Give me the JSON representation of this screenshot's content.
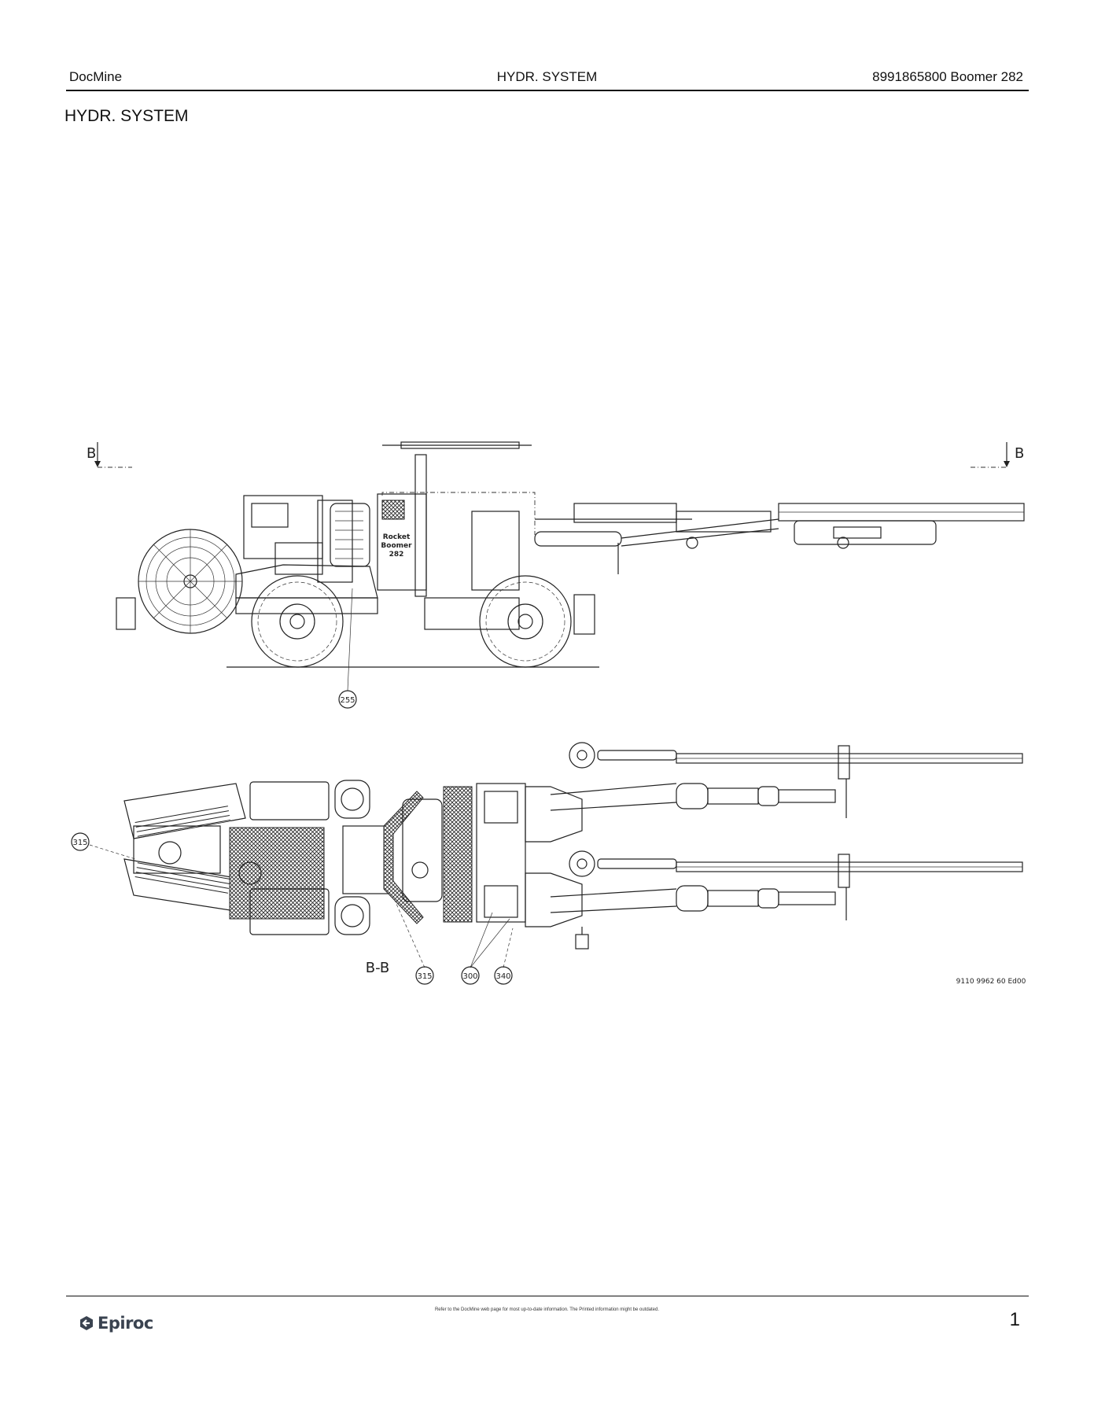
{
  "header": {
    "left": "DocMine",
    "center": "HYDR. SYSTEM",
    "right": "8991865800 Boomer 282"
  },
  "page_title": "HYDR. SYSTEM",
  "drawing": {
    "section_left": "B",
    "section_right": "B",
    "section_view_label": "B-B",
    "callouts": [
      "255",
      "315",
      "315",
      "300",
      "340"
    ],
    "machine_plate_lines": [
      "Rocket",
      "Boomer",
      "282"
    ],
    "drawing_number": "9110 9962 60 Ed00"
  },
  "footer": {
    "note": "Refer to the DocMine web page for most up-to-date information. The Printed information might be outdated.",
    "brand": "Epiroc",
    "page_number": "1"
  },
  "colors": {
    "text": "#111111",
    "logo": "#3a4350"
  }
}
